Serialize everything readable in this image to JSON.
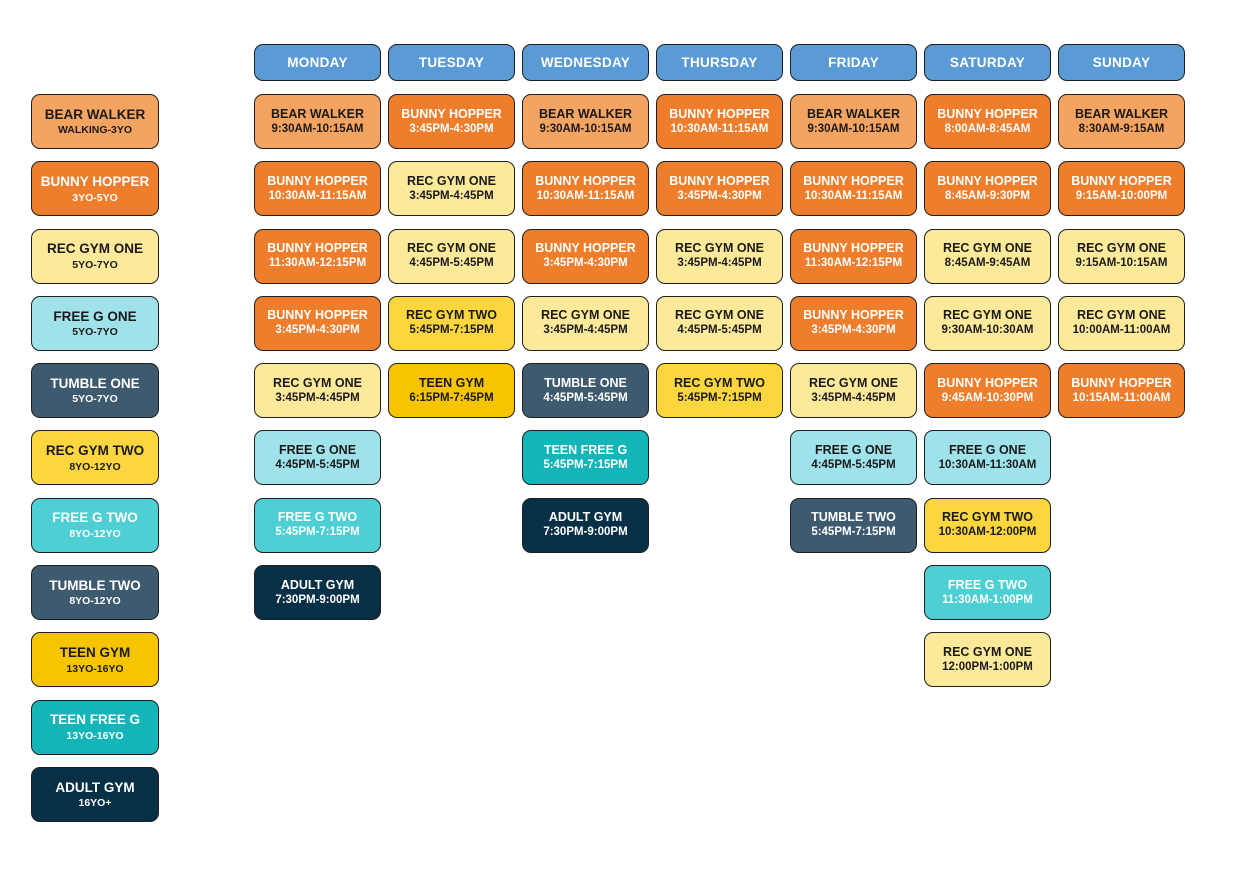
{
  "legend": [
    {
      "name": "BEAR WALKER",
      "age": "WALKING-3YO",
      "cls": "bear"
    },
    {
      "name": "BUNNY HOPPER",
      "age": "3YO-5YO",
      "cls": "bunny"
    },
    {
      "name": "REC GYM ONE",
      "age": "5YO-7YO",
      "cls": "rec1"
    },
    {
      "name": "FREE G ONE",
      "age": "5YO-7YO",
      "cls": "free1"
    },
    {
      "name": "TUMBLE ONE",
      "age": "5YO-7YO",
      "cls": "tumble1"
    },
    {
      "name": "REC GYM TWO",
      "age": "8YO-12YO",
      "cls": "rec2"
    },
    {
      "name": "FREE G TWO",
      "age": "8YO-12YO",
      "cls": "free2"
    },
    {
      "name": "TUMBLE TWO",
      "age": "8YO-12YO",
      "cls": "tumble2"
    },
    {
      "name": "TEEN GYM",
      "age": "13YO-16YO",
      "cls": "teen"
    },
    {
      "name": "TEEN FREE G",
      "age": "13YO-16YO",
      "cls": "teenfree"
    },
    {
      "name": "ADULT GYM",
      "age": "16YO+",
      "cls": "adult"
    }
  ],
  "days": [
    {
      "label": "MONDAY",
      "classes": [
        {
          "name": "BEAR WALKER",
          "time": "9:30AM-10:15AM",
          "cls": "bear"
        },
        {
          "name": "BUNNY HOPPER",
          "time": "10:30AM-11:15AM",
          "cls": "bunny"
        },
        {
          "name": "BUNNY HOPPER",
          "time": "11:30AM-12:15PM",
          "cls": "bunny"
        },
        {
          "name": "BUNNY HOPPER",
          "time": "3:45PM-4:30PM",
          "cls": "bunny"
        },
        {
          "name": "REC GYM ONE",
          "time": "3:45PM-4:45PM",
          "cls": "rec1"
        },
        {
          "name": "FREE G ONE",
          "time": "4:45PM-5:45PM",
          "cls": "free1"
        },
        {
          "name": "FREE G TWO",
          "time": "5:45PM-7:15PM",
          "cls": "free2"
        },
        {
          "name": "ADULT GYM",
          "time": "7:30PM-9:00PM",
          "cls": "adult"
        }
      ]
    },
    {
      "label": "TUESDAY",
      "classes": [
        {
          "name": "BUNNY HOPPER",
          "time": "3:45PM-4:30PM",
          "cls": "bunny"
        },
        {
          "name": "REC GYM ONE",
          "time": "3:45PM-4:45PM",
          "cls": "rec1"
        },
        {
          "name": "REC GYM ONE",
          "time": "4:45PM-5:45PM",
          "cls": "rec1"
        },
        {
          "name": "REC GYM TWO",
          "time": "5:45PM-7:15PM",
          "cls": "rec2"
        },
        {
          "name": "TEEN GYM",
          "time": "6:15PM-7:45PM",
          "cls": "teen"
        }
      ]
    },
    {
      "label": "WEDNESDAY",
      "classes": [
        {
          "name": "BEAR WALKER",
          "time": "9:30AM-10:15AM",
          "cls": "bear"
        },
        {
          "name": "BUNNY HOPPER",
          "time": "10:30AM-11:15AM",
          "cls": "bunny"
        },
        {
          "name": "BUNNY HOPPER",
          "time": "3:45PM-4:30PM",
          "cls": "bunny"
        },
        {
          "name": "REC GYM ONE",
          "time": "3:45PM-4:45PM",
          "cls": "rec1"
        },
        {
          "name": "TUMBLE ONE",
          "time": "4:45PM-5:45PM",
          "cls": "tumble1"
        },
        {
          "name": "TEEN FREE G",
          "time": "5:45PM-7:15PM",
          "cls": "teenfree"
        },
        {
          "name": "ADULT GYM",
          "time": "7:30PM-9:00PM",
          "cls": "adult"
        }
      ]
    },
    {
      "label": "THURSDAY",
      "classes": [
        {
          "name": "BUNNY HOPPER",
          "time": "10:30AM-11:15AM",
          "cls": "bunny"
        },
        {
          "name": "BUNNY HOPPER",
          "time": "3:45PM-4:30PM",
          "cls": "bunny"
        },
        {
          "name": "REC GYM ONE",
          "time": "3:45PM-4:45PM",
          "cls": "rec1"
        },
        {
          "name": "REC GYM ONE",
          "time": "4:45PM-5:45PM",
          "cls": "rec1"
        },
        {
          "name": "REC GYM TWO",
          "time": "5:45PM-7:15PM",
          "cls": "rec2"
        }
      ]
    },
    {
      "label": "FRIDAY",
      "classes": [
        {
          "name": "BEAR WALKER",
          "time": "9:30AM-10:15AM",
          "cls": "bear"
        },
        {
          "name": "BUNNY HOPPER",
          "time": "10:30AM-11:15AM",
          "cls": "bunny"
        },
        {
          "name": "BUNNY HOPPER",
          "time": "11:30AM-12:15PM",
          "cls": "bunny"
        },
        {
          "name": "BUNNY HOPPER",
          "time": "3:45PM-4:30PM",
          "cls": "bunny"
        },
        {
          "name": "REC GYM ONE",
          "time": "3:45PM-4:45PM",
          "cls": "rec1"
        },
        {
          "name": "FREE G ONE",
          "time": "4:45PM-5:45PM",
          "cls": "free1"
        },
        {
          "name": "TUMBLE TWO",
          "time": "5:45PM-7:15PM",
          "cls": "tumble2"
        }
      ]
    },
    {
      "label": "SATURDAY",
      "classes": [
        {
          "name": "BUNNY HOPPER",
          "time": "8:00AM-8:45AM",
          "cls": "bunny"
        },
        {
          "name": "BUNNY HOPPER",
          "time": "8:45AM-9:30PM",
          "cls": "bunny"
        },
        {
          "name": "REC GYM ONE",
          "time": "8:45AM-9:45AM",
          "cls": "rec1"
        },
        {
          "name": "REC GYM ONE",
          "time": "9:30AM-10:30AM",
          "cls": "rec1"
        },
        {
          "name": "BUNNY HOPPER",
          "time": "9:45AM-10:30PM",
          "cls": "bunny"
        },
        {
          "name": "FREE G ONE",
          "time": "10:30AM-11:30AM",
          "cls": "free1"
        },
        {
          "name": "REC GYM TWO",
          "time": "10:30AM-12:00PM",
          "cls": "rec2"
        },
        {
          "name": "FREE G TWO",
          "time": "11:30AM-1:00PM",
          "cls": "free2"
        },
        {
          "name": "REC GYM ONE",
          "time": "12:00PM-1:00PM",
          "cls": "rec1"
        }
      ]
    },
    {
      "label": "SUNDAY",
      "classes": [
        {
          "name": "BEAR WALKER",
          "time": "8:30AM-9:15AM",
          "cls": "bear"
        },
        {
          "name": "BUNNY HOPPER",
          "time": "9:15AM-10:00PM",
          "cls": "bunny"
        },
        {
          "name": "REC GYM ONE",
          "time": "9:15AM-10:15AM",
          "cls": "rec1"
        },
        {
          "name": "REC GYM ONE",
          "time": "10:00AM-11:00AM",
          "cls": "rec1"
        },
        {
          "name": "BUNNY HOPPER",
          "time": "10:15AM-11:00AM",
          "cls": "bunny"
        }
      ]
    }
  ]
}
